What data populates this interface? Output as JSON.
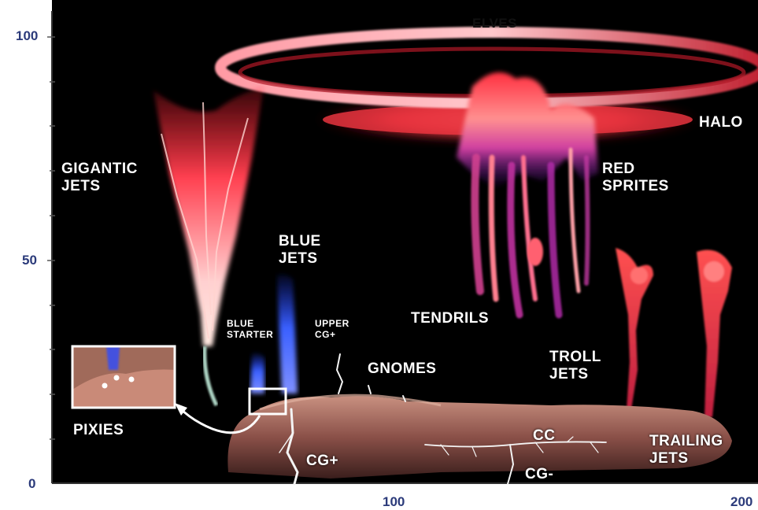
{
  "axes": {
    "y_ticks": [
      "0",
      "50",
      "100"
    ],
    "x_ticks": [
      "100",
      "200"
    ]
  },
  "labels": {
    "elves": "ELVES",
    "halo": "HALO",
    "gigantic_jets": [
      "GIGANTIC",
      "JETS"
    ],
    "red_sprites": [
      "RED",
      "SPRITES"
    ],
    "blue_jets": [
      "BLUE",
      "JETS"
    ],
    "blue_starter": [
      "BLUE",
      "STARTER"
    ],
    "upper_cg": [
      "UPPER",
      "CG+"
    ],
    "tendrils": "TENDRILS",
    "gnomes": "GNOMES",
    "troll_jets": [
      "TROLL",
      "JETS"
    ],
    "pixies": "PIXIES",
    "cc": "CC",
    "cg_plus": "CG+",
    "cg_minus": "CG-",
    "trailing_jets": [
      "TRAILING",
      "JETS"
    ]
  },
  "colors": {
    "background": "#000000",
    "axis_text": "#2b3a7a",
    "sprite_red": "#ff3344",
    "jet_blue": "#3a5cff",
    "tendril_purple": "#a020c0",
    "cloud": "#b07868"
  }
}
